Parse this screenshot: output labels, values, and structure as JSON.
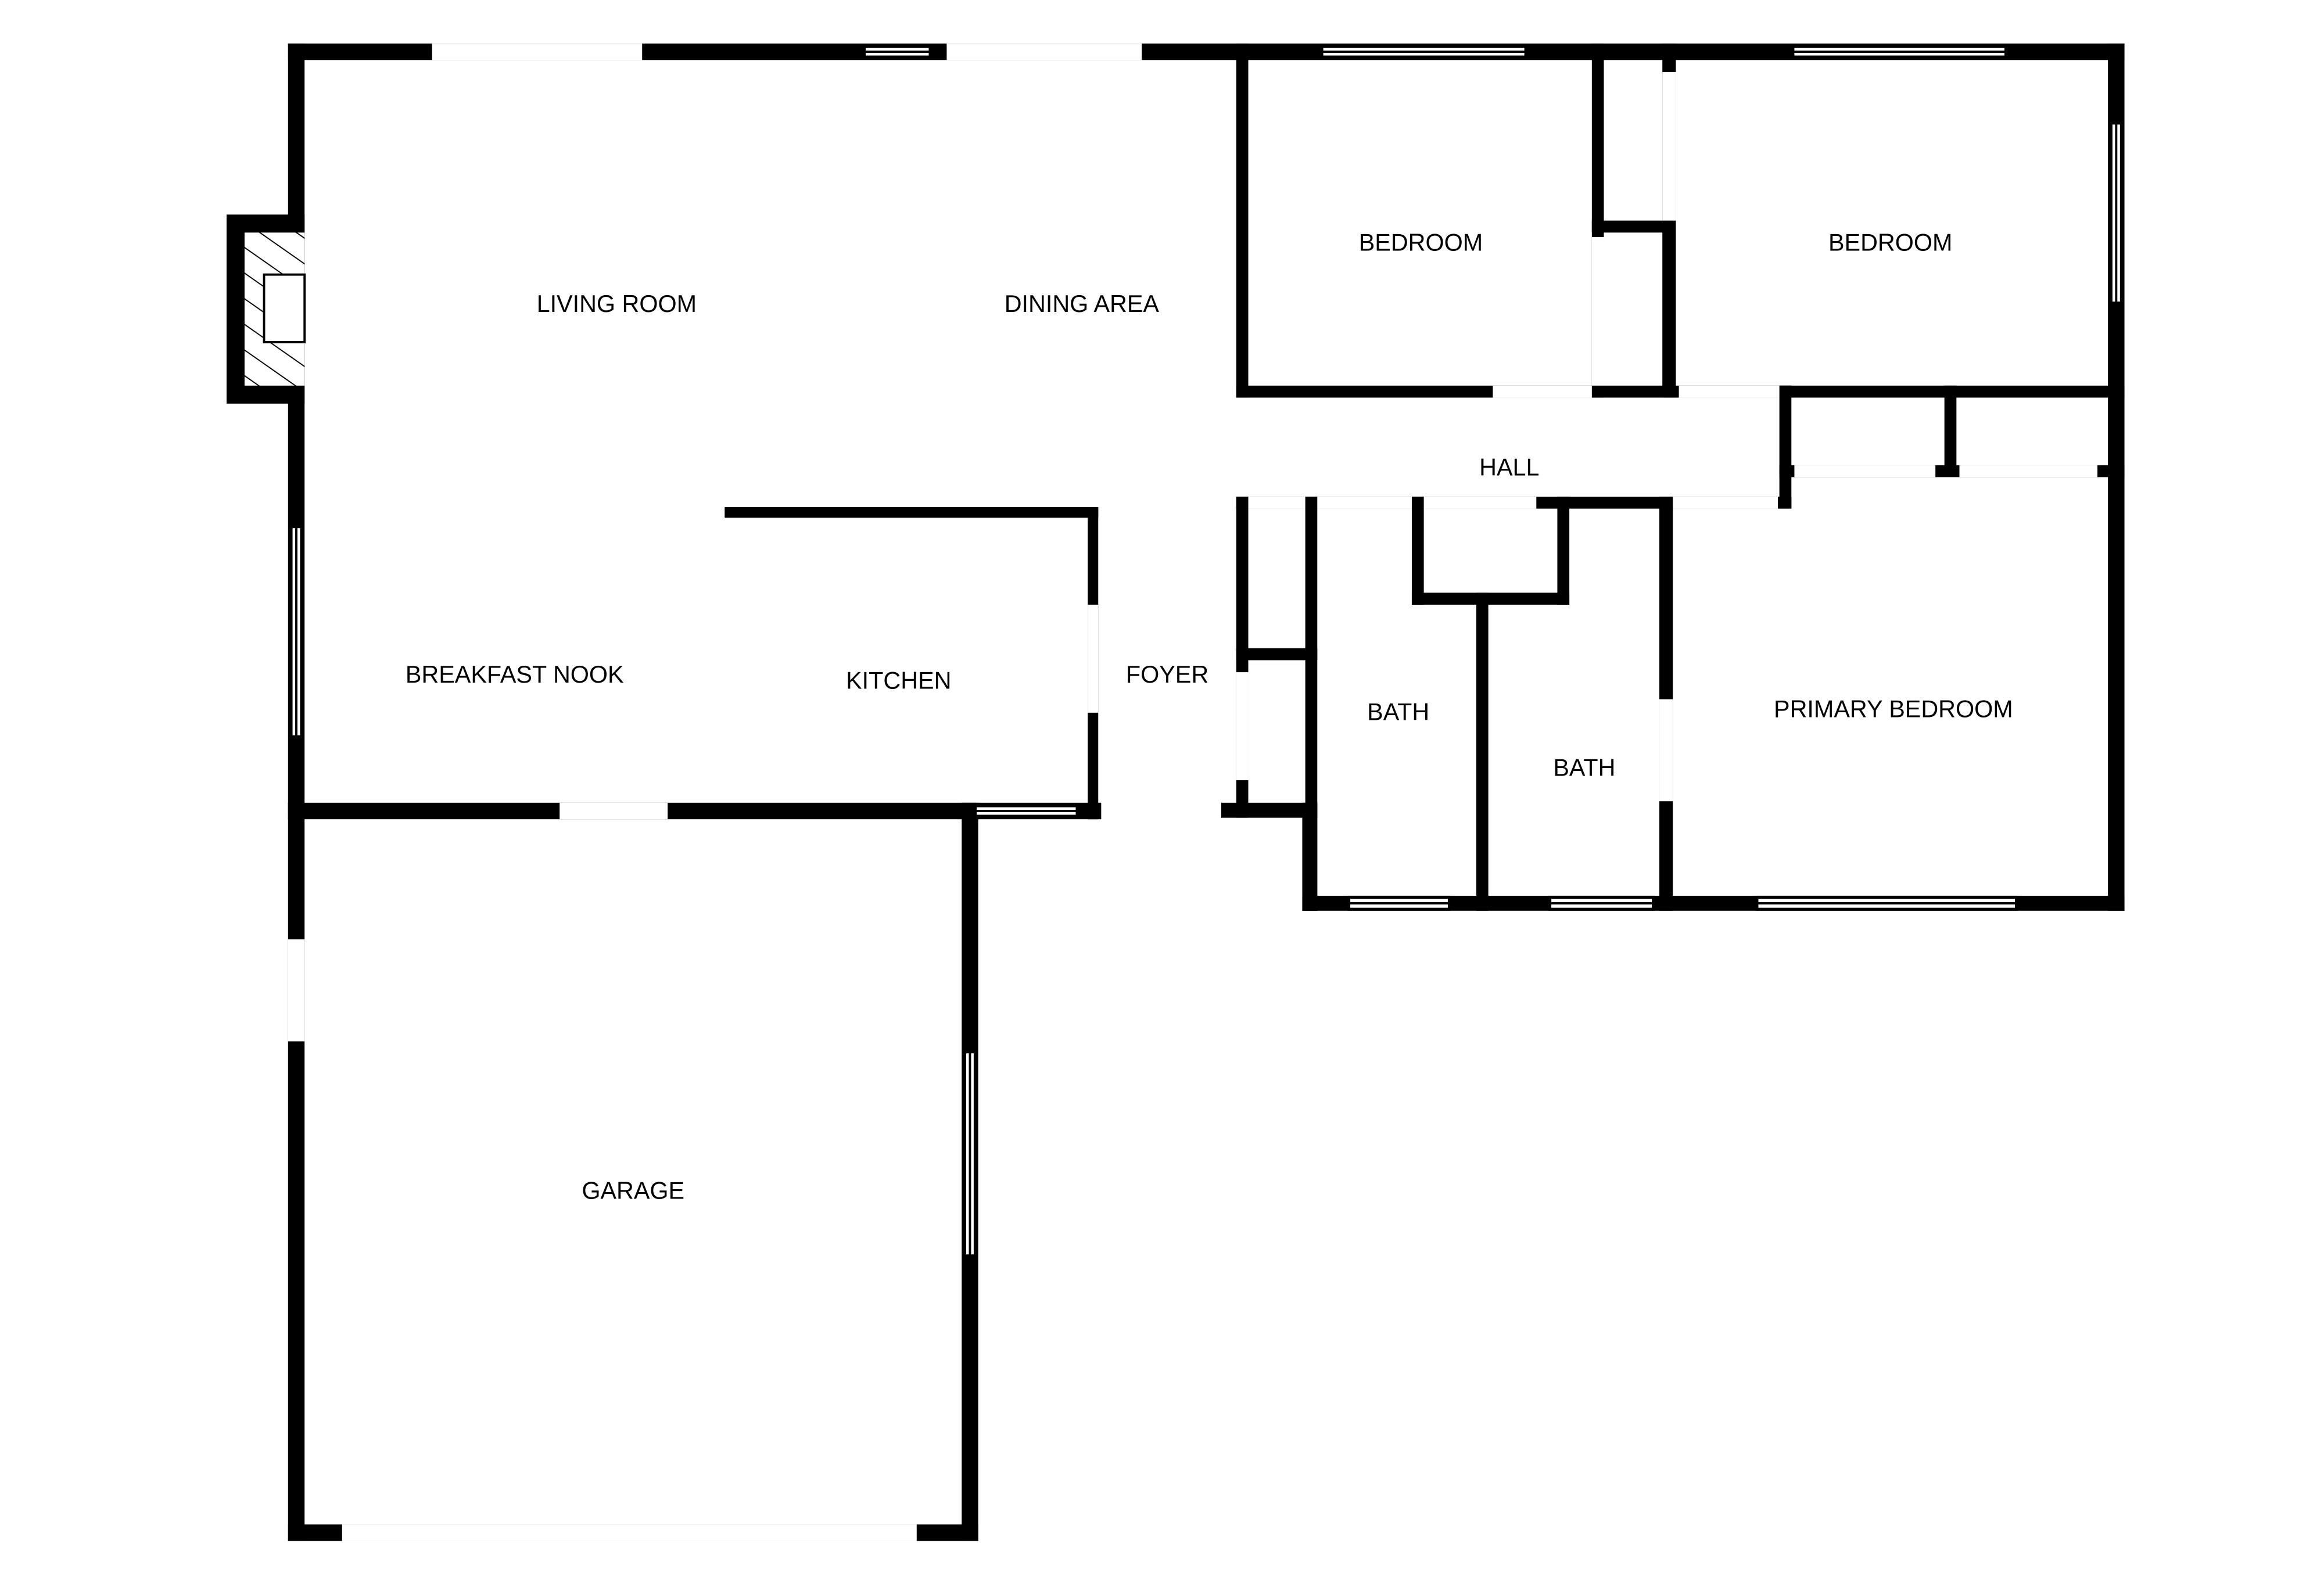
{
  "rooms": {
    "living_room": "LIVING ROOM",
    "dining_area": "DINING AREA",
    "bedroom_1": "BEDROOM",
    "bedroom_2": "BEDROOM",
    "hall": "HALL",
    "breakfast_nook": "BREAKFAST NOOK",
    "kitchen": "KITCHEN",
    "foyer": "FOYER",
    "bath_1": "BATH",
    "bath_2": "BATH",
    "primary_bedroom": "PRIMARY BEDROOM",
    "garage": "GARAGE"
  },
  "colors": {
    "wall": "#000000",
    "background": "#ffffff",
    "fireplace_hatch": "#000000"
  }
}
